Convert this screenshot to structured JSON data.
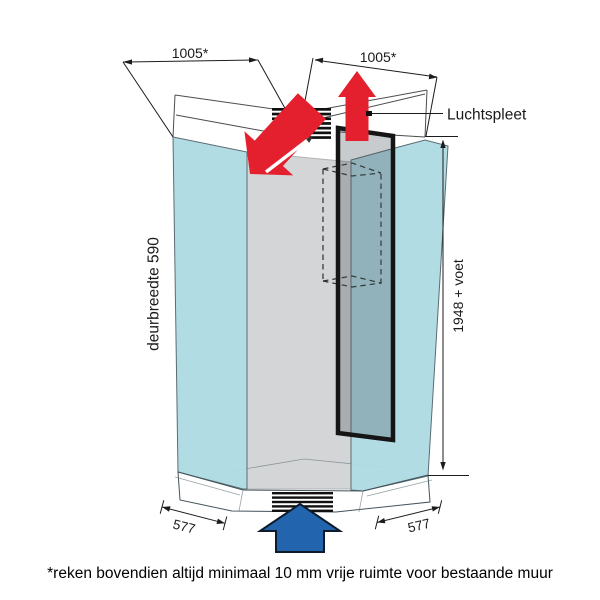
{
  "dimensions": {
    "top_left_width": "1005*",
    "top_right_width": "1005*",
    "door_width": "deurbreedte 590",
    "height": "1948 + voet",
    "base_left": "577",
    "base_right": "577"
  },
  "labels": {
    "air_gap": "Luchtspleet"
  },
  "footnote": "*reken bovendien altijd minimaal 10 mm vrije ruimte voor bestaande muur",
  "colors": {
    "panel_blue": "#aedae3",
    "interior_gray": "#d4d5d7",
    "glass_tint": "rgba(70,82,88,0.30)",
    "arrow_red": "#e4202e",
    "arrow_blue": "#2264ae",
    "grille_black": "#101010"
  },
  "icons": {
    "top_vent": "grille-horizontal-slats",
    "bottom_vent": "grille-horizontal-slats",
    "air_out_top": "red-arrow-up",
    "air_in_top": "red-arrow-down",
    "air_in_bottom": "blue-arrow-up"
  }
}
